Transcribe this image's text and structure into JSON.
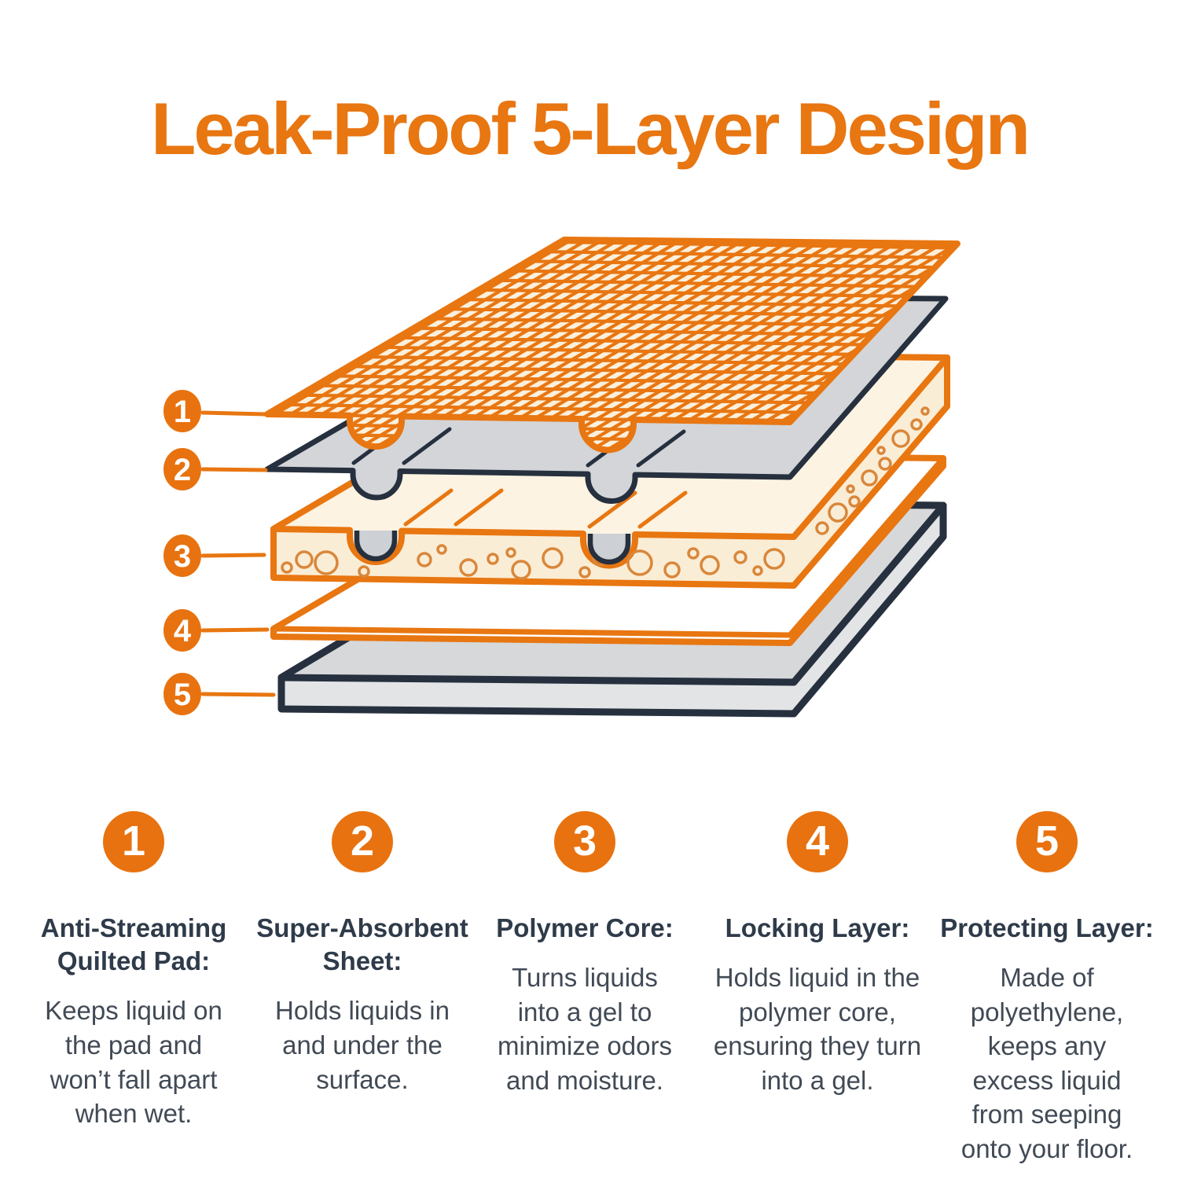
{
  "title": "Leak-Proof 5-Layer Design",
  "colors": {
    "accent_orange": "#E87611",
    "badge_orange": "#E8720F",
    "navy_outline": "#26303E",
    "heading_text": "#2F3B4A",
    "body_text": "#414A55",
    "mesh_cream": "#FCF0DC",
    "polymer_cream": "#FDF3E2",
    "gray_sheet": "#D3D5D8"
  },
  "diagram": {
    "callouts": [
      "1",
      "2",
      "3",
      "4",
      "5"
    ]
  },
  "layers": [
    {
      "number": "1",
      "heading": "Anti-Streaming Quilted Pad:",
      "description": "Keeps liquid on the pad and won’t fall apart when wet."
    },
    {
      "number": "2",
      "heading": "Super-Absorbent Sheet:",
      "description": "Holds liquids in and under the surface."
    },
    {
      "number": "3",
      "heading": "Polymer Core:",
      "description": "Turns liquids into a gel to minimize odors and moisture."
    },
    {
      "number": "4",
      "heading": "Locking Layer:",
      "description": "Holds liquid in the polymer core, ensuring they turn into a gel."
    },
    {
      "number": "5",
      "heading": "Protecting Layer:",
      "description": "Made of polyethylene, keeps any excess liquid from seeping onto your floor."
    }
  ]
}
